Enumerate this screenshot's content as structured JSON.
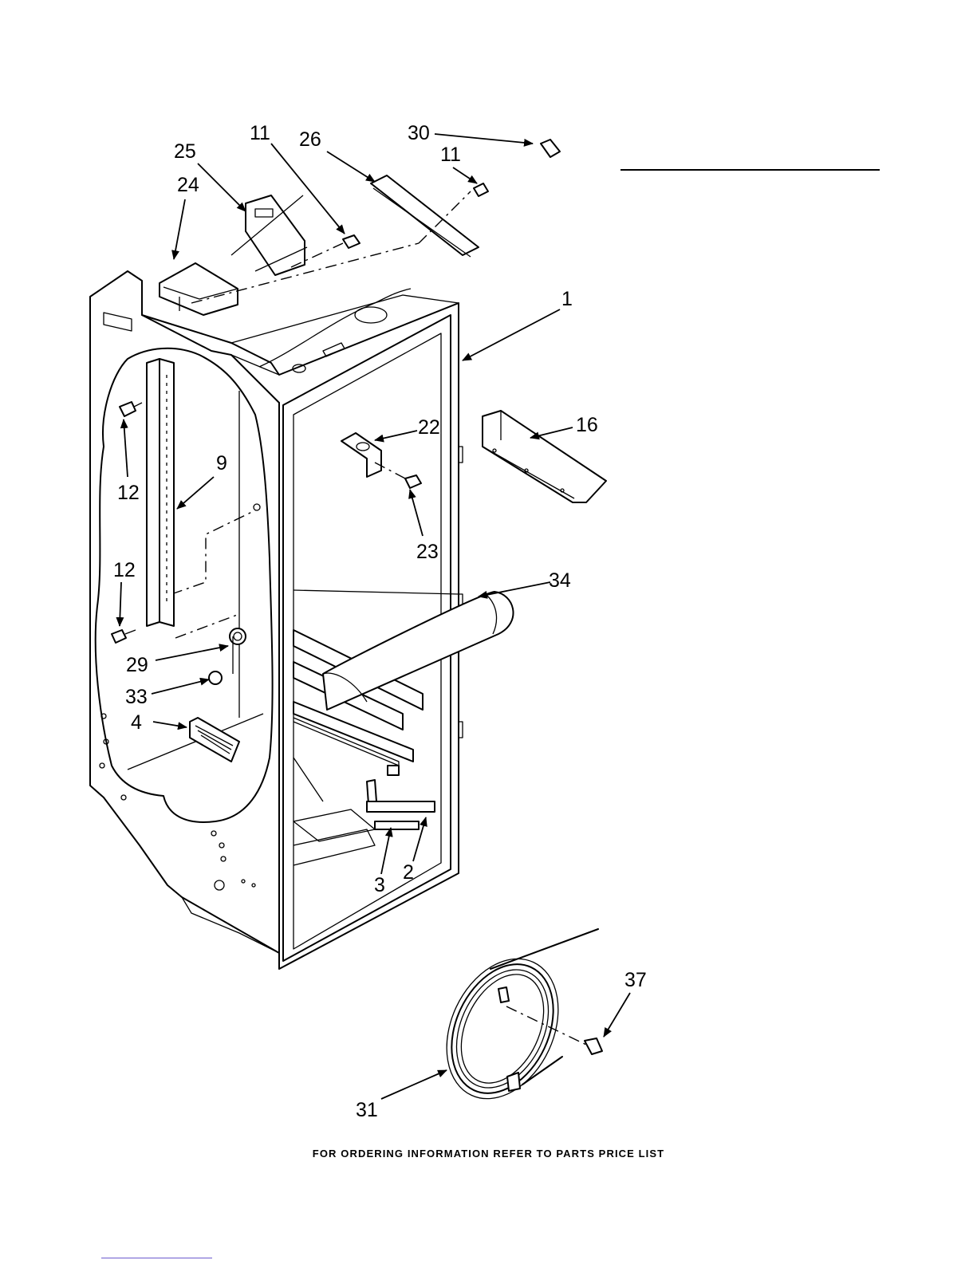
{
  "callouts": {
    "c30": "30",
    "c11a": "11",
    "c26": "26",
    "c11b": "11",
    "c25": "25",
    "c24": "24",
    "c1": "1",
    "c22": "22",
    "c16": "16",
    "c12a": "12",
    "c9": "9",
    "c23": "23",
    "c12b": "12",
    "c34": "34",
    "c29": "29",
    "c33": "33",
    "c4": "4",
    "c2": "2",
    "c3": "3",
    "c37": "37",
    "c31": "31"
  },
  "footer_note": "FOR ORDERING INFORMATION REFER TO PARTS PRICE LIST"
}
